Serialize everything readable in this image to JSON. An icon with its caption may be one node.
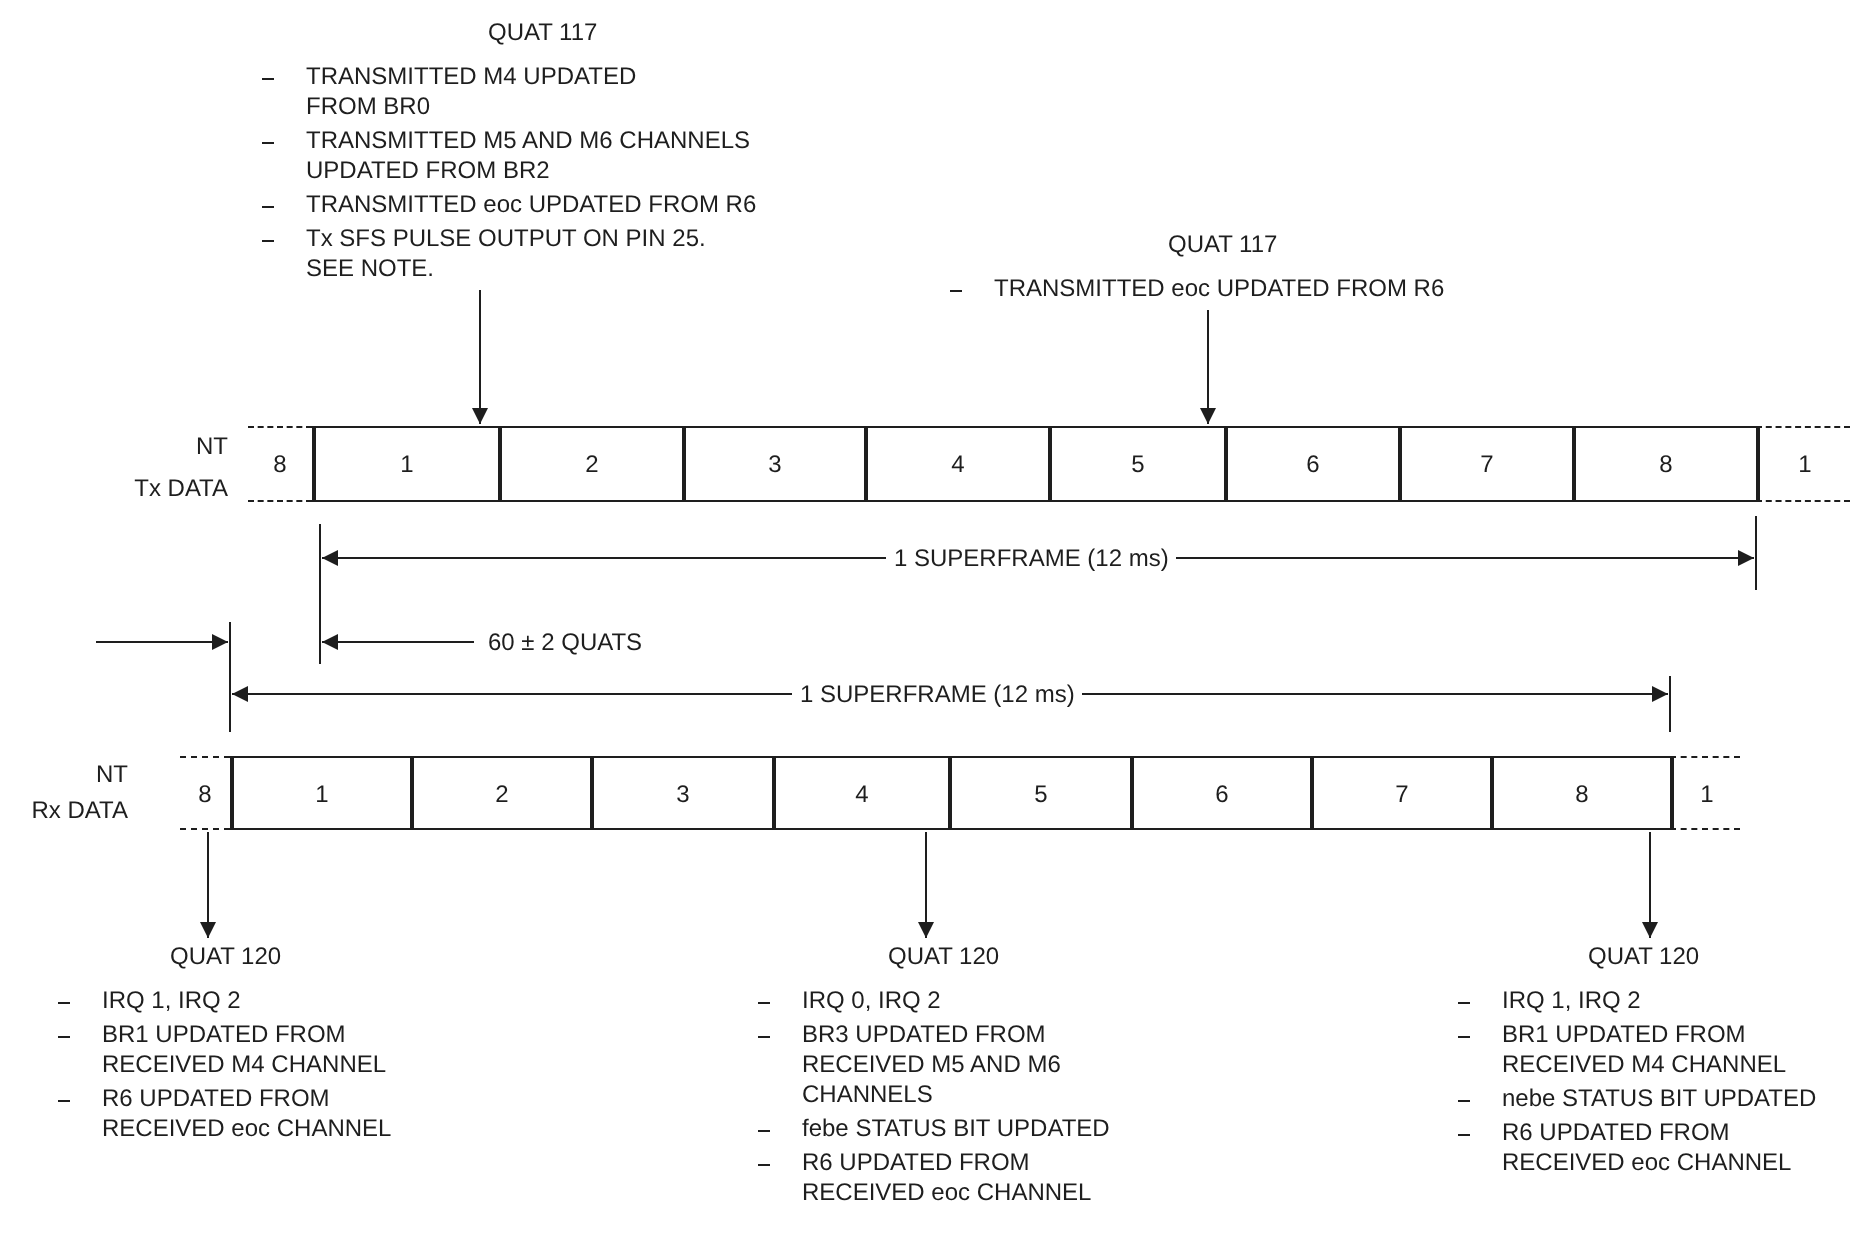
{
  "diagram": {
    "nodes": [
      {
        "text": [
          "QUAT 117",
          "TRANSMITTED M4 UPDATED FROM BR0",
          "TRANSMITTED M5 AND M6 CHANNELS UPDATED FROM BR2",
          "TRANSMITTED eoc UPDATED FROM R6",
          "Tx SFS PULSE OUTPUT ON PIN 25. SEE NOTE."
        ]
      },
      {
        "text": [
          "QUAT 117",
          "TRANSMITTED eoc UPDATED FROM R6"
        ]
      },
      {
        "text": [
          "8"
        ]
      },
      {
        "text": [
          "1"
        ]
      },
      {
        "text": [
          "2"
        ]
      },
      {
        "text": [
          "3"
        ]
      },
      {
        "text": [
          "4"
        ]
      },
      {
        "text": [
          "5"
        ]
      },
      {
        "text": [
          "6"
        ]
      },
      {
        "text": [
          "7"
        ]
      },
      {
        "text": [
          "8"
        ]
      },
      {
        "text": [
          "1"
        ]
      },
      {
        "text": [
          "8"
        ]
      },
      {
        "text": [
          "1"
        ]
      },
      {
        "text": [
          "2"
        ]
      },
      {
        "text": [
          "3"
        ]
      },
      {
        "text": [
          "4"
        ]
      },
      {
        "text": [
          "5"
        ]
      },
      {
        "text": [
          "6"
        ]
      },
      {
        "text": [
          "7"
        ]
      },
      {
        "text": [
          "8"
        ]
      },
      {
        "text": [
          "1"
        ]
      },
      {
        "text": [
          "QUAT 120",
          "IRQ 1, IRQ 2",
          "BR1 UPDATED FROM RECEIVED M4 CHANNEL",
          "R6 UPDATED FROM RECEIVED eoc CHANNEL"
        ]
      },
      {
        "text": [
          "QUAT 120",
          "IRQ 0, IRQ 2",
          "BR3 UPDATED FROM RECEIVED M5 AND M6 CHANNELS",
          "febe STATUS BIT UPDATED",
          "R6 UPDATED FROM RECEIVED eoc CHANNEL"
        ]
      },
      {
        "text": [
          "QUAT 120",
          "IRQ 1, IRQ 2",
          "BR1 UPDATED FROM RECEIVED M4 CHANNEL",
          "nebe STATUS BIT UPDATED",
          "R6 UPDATED FROM RECEIVED eoc CHANNEL"
        ]
      }
    ],
    "edges": [
      {
        "from": 0,
        "to": 3,
        "arrow": "to"
      },
      {
        "from": 1,
        "to": 7,
        "arrow": "to"
      },
      {
        "from": 12,
        "to": 22,
        "arrow": "to"
      },
      {
        "from": 16,
        "to": 23,
        "arrow": "to"
      },
      {
        "from": 20,
        "to": 24,
        "arrow": "to"
      }
    ],
    "labels": [
      "NT",
      "Tx DATA",
      "1 SUPERFRAME (12 ms)",
      "60 ± 2 QUATS",
      "1 SUPERFRAME (12 ms)",
      "NT",
      "Rx DATA"
    ]
  }
}
